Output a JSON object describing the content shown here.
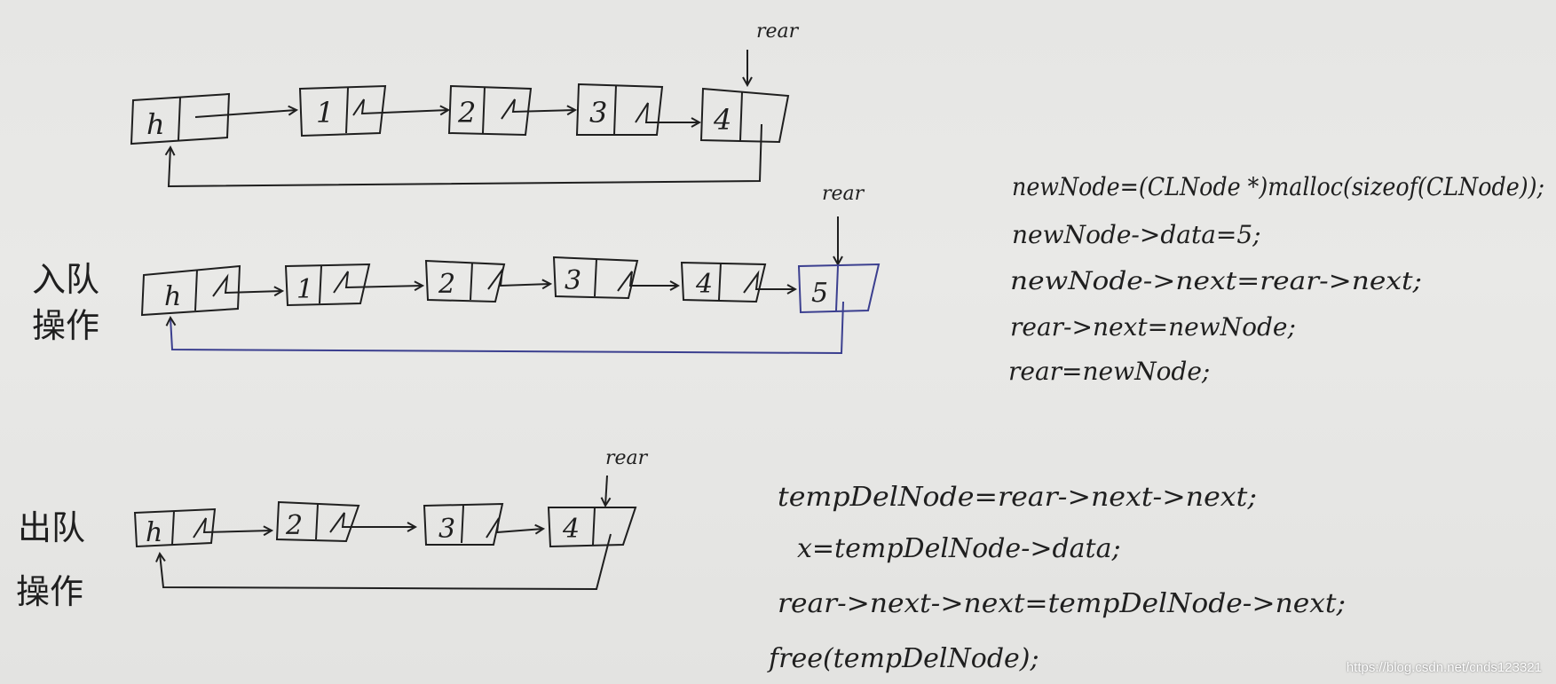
{
  "colors": {
    "ink": "#1f1f1f",
    "blue": "#3b3f8f",
    "paper": "#e7e7e5"
  },
  "diagram1": {
    "nodes": [
      "h",
      "1",
      "2",
      "3",
      "4"
    ],
    "rear_label": "rear"
  },
  "diagram2": {
    "title_lines": [
      "入队",
      "操作"
    ],
    "nodes": [
      "h",
      "1",
      "2",
      "3",
      "4",
      "5"
    ],
    "rear_label": "rear",
    "code": [
      "newNode=(CLNode *)malloc(sizeof(CLNode));",
      "newNode->data=5;",
      "newNode->next=rear->next;",
      "rear->next=newNode;",
      "rear=newNode;"
    ]
  },
  "diagram3": {
    "title_lines": [
      "出队",
      "操作"
    ],
    "nodes": [
      "h",
      "2",
      "3",
      "4"
    ],
    "rear_label": "rear",
    "code": [
      "tempDelNode=rear->next->next;",
      "x=tempDelNode->data;",
      "rear->next->next=tempDelNode->next;",
      "free(tempDelNode);"
    ]
  },
  "watermark": "https://blog.csdn.net/cnds123321"
}
